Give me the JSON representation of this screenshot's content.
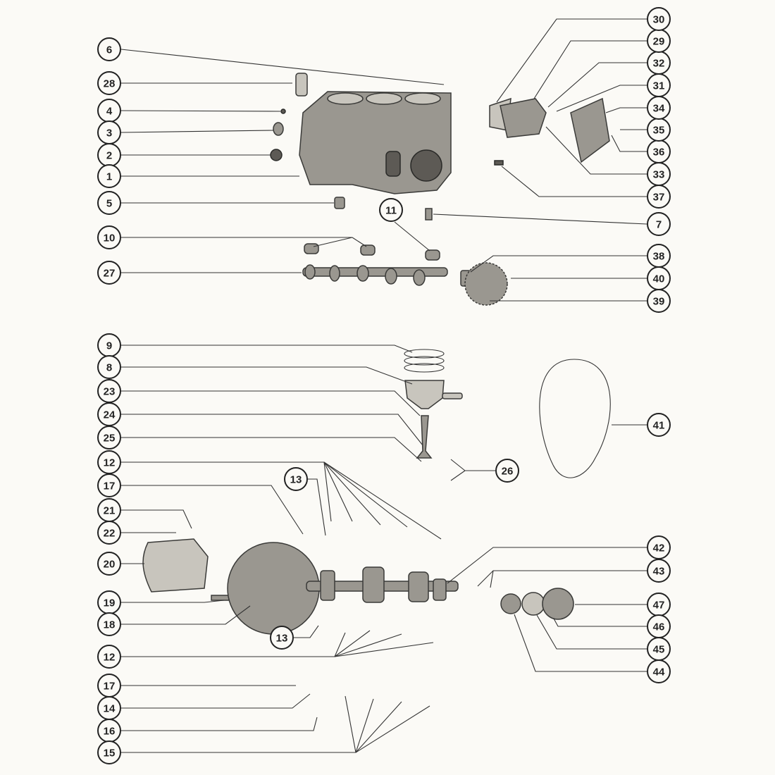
{
  "diagram": {
    "type": "exploded-parts-view",
    "callouts": [
      {
        "label": "6"
      },
      {
        "label": "28"
      },
      {
        "label": "4"
      },
      {
        "label": "3"
      },
      {
        "label": "2"
      },
      {
        "label": "1"
      },
      {
        "label": "5"
      },
      {
        "label": "10"
      },
      {
        "label": "27"
      },
      {
        "label": "11"
      },
      {
        "label": "7"
      },
      {
        "label": "37"
      },
      {
        "label": "33"
      },
      {
        "label": "36"
      },
      {
        "label": "35"
      },
      {
        "label": "34"
      },
      {
        "label": "31"
      },
      {
        "label": "32"
      },
      {
        "label": "29"
      },
      {
        "label": "30"
      },
      {
        "label": "38"
      },
      {
        "label": "40"
      },
      {
        "label": "39"
      },
      {
        "label": "9"
      },
      {
        "label": "8"
      },
      {
        "label": "23"
      },
      {
        "label": "24"
      },
      {
        "label": "25"
      },
      {
        "label": "12"
      },
      {
        "label": "17"
      },
      {
        "label": "13"
      },
      {
        "label": "21"
      },
      {
        "label": "22"
      },
      {
        "label": "26"
      },
      {
        "label": "41"
      },
      {
        "label": "42"
      },
      {
        "label": "43"
      },
      {
        "label": "47"
      },
      {
        "label": "46"
      },
      {
        "label": "45"
      },
      {
        "label": "44"
      },
      {
        "label": "20"
      },
      {
        "label": "19"
      },
      {
        "label": "18"
      },
      {
        "label": "13"
      },
      {
        "label": "12"
      },
      {
        "label": "17"
      },
      {
        "label": "14"
      },
      {
        "label": "16"
      },
      {
        "label": "15"
      }
    ]
  }
}
